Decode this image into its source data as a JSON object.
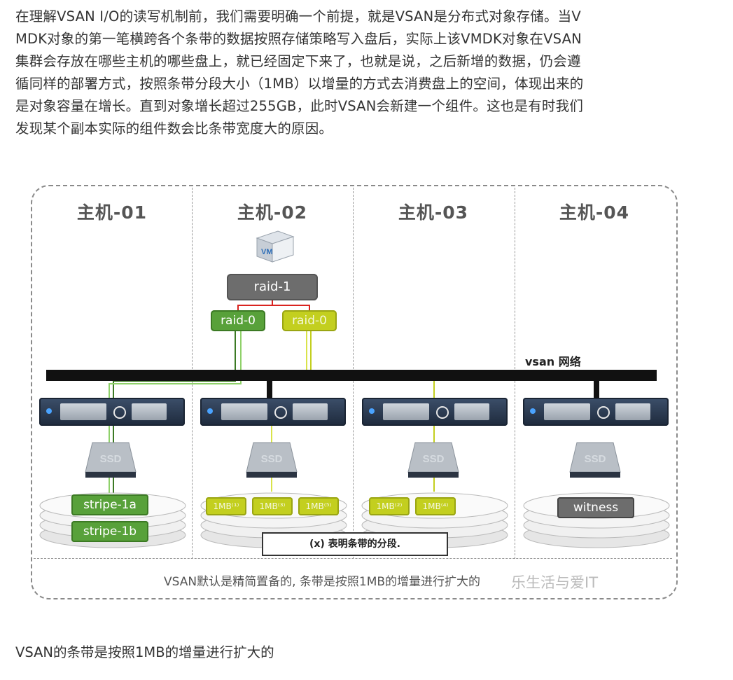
{
  "paragraph": {
    "lines": [
      "在理解VSAN I/O的读写机制前，我们需要明确一个前提，就是VSAN是分布式对象存储。当V",
      "MDK对象的第一笔横跨各个条带的数据按照存储策略写入盘后，实际上该VMDK对象在VSAN",
      "集群会存放在哪些主机的哪些盘上，就已经固定下来了，也就是说，之后新增的数据，仍会遵",
      "循同样的部署方式，按照条带分段大小（1MB）以增量的方式去消费盘上的空间，体现出来的",
      "是对象容量在增长。直到对象增长超过255GB，此时VSAN会新建一个组件。这也是有时我们",
      "发现某个副本实际的组件数会比条带宽度大的原因。"
    ]
  },
  "diagram": {
    "hosts": [
      "主机-01",
      "主机-02",
      "主机-03",
      "主机-04"
    ],
    "vm_label": "VM",
    "raid1": "raid-1",
    "raid0_left": "raid-0",
    "raid0_right": "raid-0",
    "network_label": "vsan 网络",
    "ssd_label": "SSD",
    "host1_chips": [
      "stripe-1a",
      "stripe-1b"
    ],
    "host2_chips": [
      "1MB⁽¹⁾",
      "1MB⁽³⁾",
      "1MB⁽⁵⁾"
    ],
    "host3_chips": [
      "1MB⁽²⁾",
      "1MB⁽⁴⁾"
    ],
    "host4_chip": "witness",
    "legend": "(x) 表明条带的分段.",
    "note": "VSAN默认是精简置备的, 条带是按照1MB的增量进行扩大的",
    "watermark": "乐生活与爱IT",
    "colors": {
      "green": "#58a13a",
      "yellow": "#c3cf1f",
      "gray": "#6d6d6d",
      "network": "#111111"
    }
  },
  "caption": "VSAN的条带是按照1MB的增量进行扩大的"
}
